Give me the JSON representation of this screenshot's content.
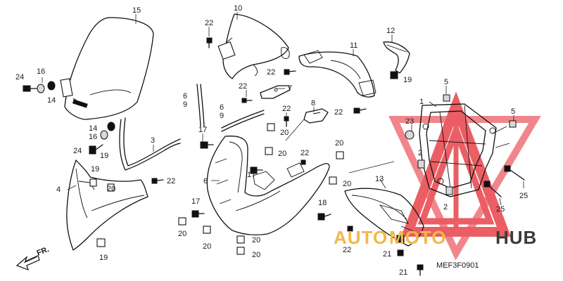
{
  "diagram": {
    "code": "MEF3F0901",
    "direction_label": "FR.",
    "callouts": [
      {
        "id": "c15",
        "text": "15"
      },
      {
        "id": "c10",
        "text": "10"
      },
      {
        "id": "c22a",
        "text": "22"
      },
      {
        "id": "c11",
        "text": "11"
      },
      {
        "id": "c12",
        "text": "12"
      },
      {
        "id": "c24a",
        "text": "24"
      },
      {
        "id": "c16a",
        "text": "16"
      },
      {
        "id": "c14a",
        "text": "14"
      },
      {
        "id": "c22b",
        "text": "22"
      },
      {
        "id": "c19a",
        "text": "19"
      },
      {
        "id": "c6a",
        "text": "6"
      },
      {
        "id": "c9a",
        "text": "9"
      },
      {
        "id": "c22c",
        "text": "22"
      },
      {
        "id": "c7",
        "text": "7"
      },
      {
        "id": "c6b",
        "text": "6"
      },
      {
        "id": "c9b",
        "text": "9"
      },
      {
        "id": "c22d",
        "text": "22"
      },
      {
        "id": "c8",
        "text": "8"
      },
      {
        "id": "c22e",
        "text": "22"
      },
      {
        "id": "c1",
        "text": "1"
      },
      {
        "id": "c5a",
        "text": "5"
      },
      {
        "id": "c14b",
        "text": "14"
      },
      {
        "id": "c16b",
        "text": "16"
      },
      {
        "id": "c3",
        "text": "3"
      },
      {
        "id": "c17a",
        "text": "17"
      },
      {
        "id": "c20a",
        "text": "20"
      },
      {
        "id": "c23",
        "text": "23"
      },
      {
        "id": "c5b",
        "text": "5"
      },
      {
        "id": "c24b",
        "text": "24"
      },
      {
        "id": "c20b",
        "text": "20"
      },
      {
        "id": "c22f",
        "text": "22"
      },
      {
        "id": "c20c",
        "text": "20"
      },
      {
        "id": "c19b",
        "text": "19"
      },
      {
        "id": "c19c",
        "text": "19"
      },
      {
        "id": "c22g",
        "text": "22"
      },
      {
        "id": "c4",
        "text": "4"
      },
      {
        "id": "c6c",
        "text": "6"
      },
      {
        "id": "c17b",
        "text": "17"
      },
      {
        "id": "c20d",
        "text": "20"
      },
      {
        "id": "c2a",
        "text": "2"
      },
      {
        "id": "c13",
        "text": "13"
      },
      {
        "id": "c20e",
        "text": "20"
      },
      {
        "id": "c25a",
        "text": "25"
      },
      {
        "id": "c17c",
        "text": "17"
      },
      {
        "id": "c18",
        "text": "18"
      },
      {
        "id": "c2b",
        "text": "2"
      },
      {
        "id": "c25b",
        "text": "25"
      },
      {
        "id": "c20f",
        "text": "20"
      },
      {
        "id": "c20g",
        "text": "20"
      },
      {
        "id": "c20h",
        "text": "20"
      },
      {
        "id": "c22h",
        "text": "22"
      },
      {
        "id": "c20i",
        "text": "20"
      },
      {
        "id": "c21a",
        "text": "21"
      },
      {
        "id": "c19d",
        "text": "19"
      },
      {
        "id": "c21b",
        "text": "21"
      }
    ]
  },
  "watermark": {
    "part1": "AUTO",
    "part2": "MOTO",
    "part3": "HUB",
    "accent": "#f2b84a",
    "red": "#e8424a",
    "dark": "#3b3b3b"
  }
}
